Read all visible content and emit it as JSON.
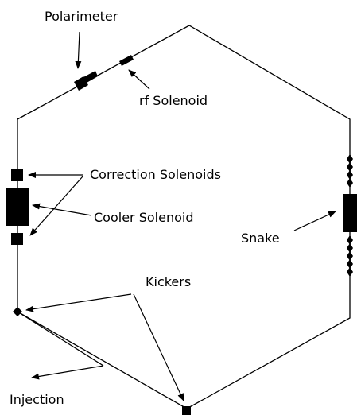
{
  "labels": {
    "polarimeter": "Polarimeter",
    "rf_solenoid": "rf Solenoid",
    "correction_solenoids": "Correction Solenoids",
    "cooler_solenoid": "Cooler Solenoid",
    "snake": "Snake",
    "kickers": "Kickers",
    "injection": "Injection"
  },
  "colors": {
    "ink": "#000000",
    "background": "#ffffff"
  }
}
